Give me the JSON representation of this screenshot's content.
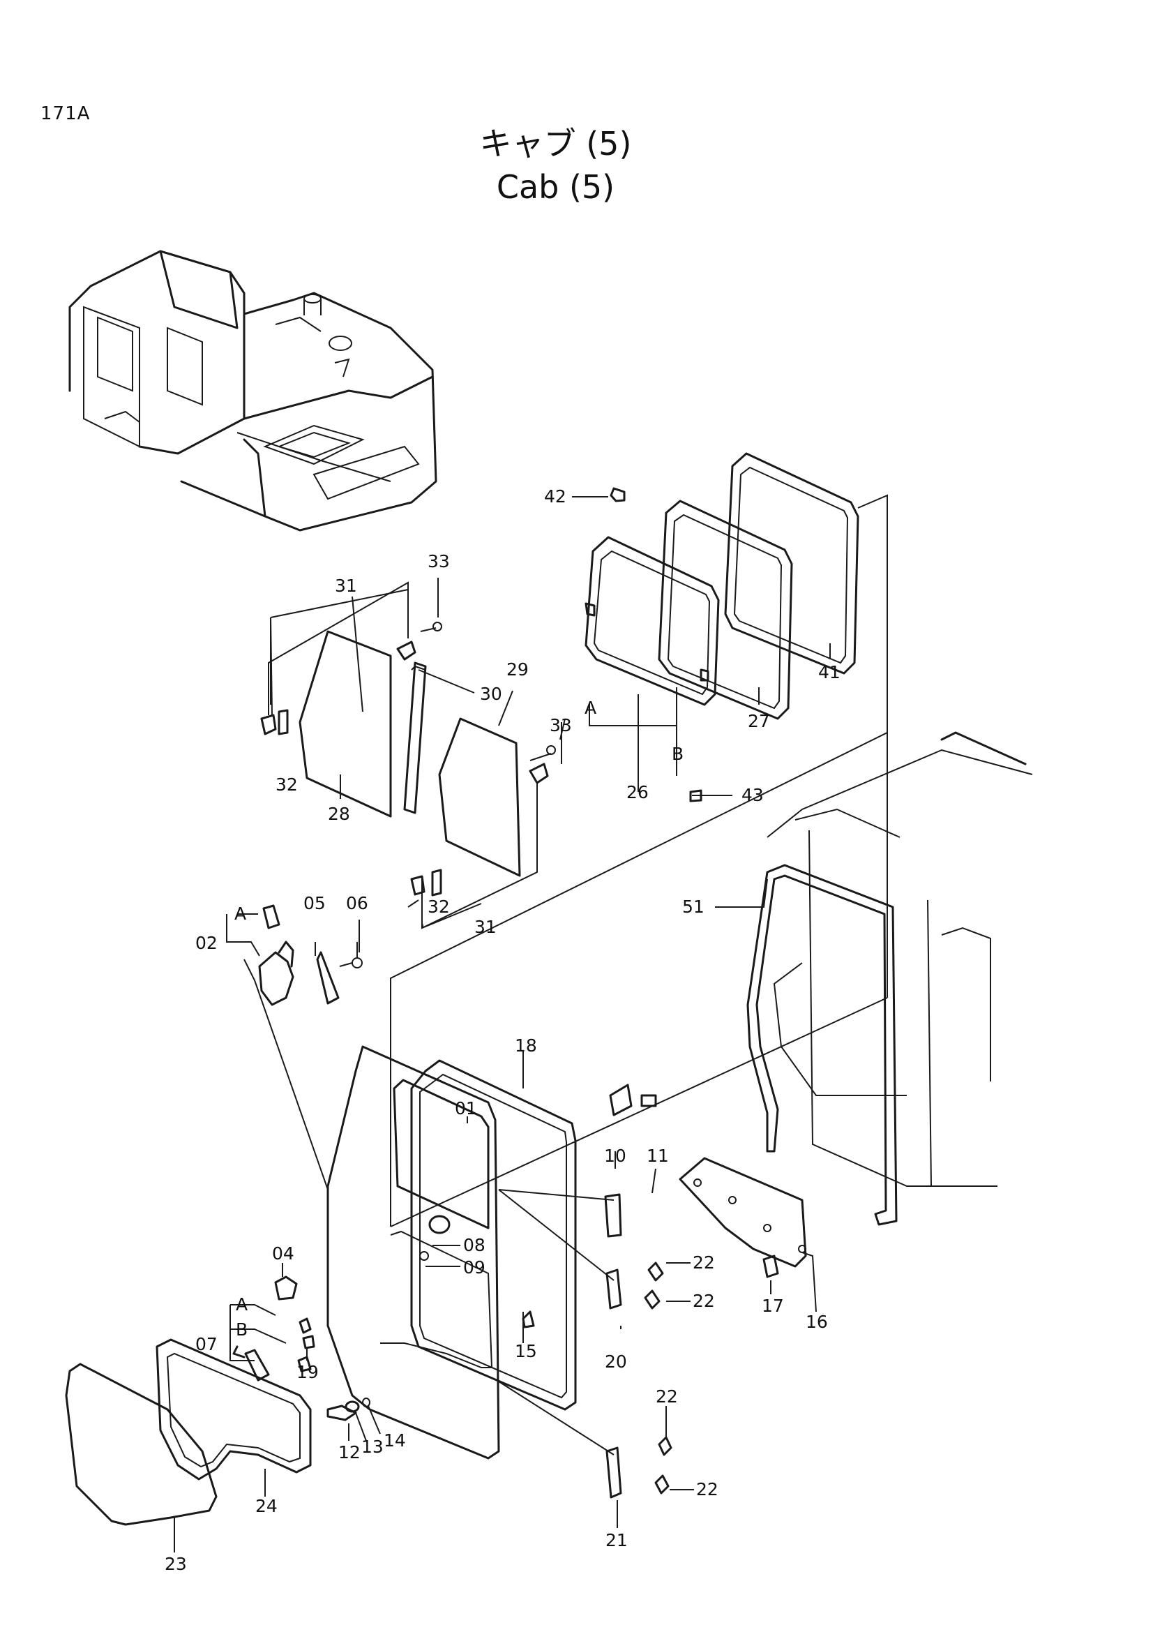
{
  "page_code": "171A",
  "title": {
    "jp": "キャブ (5)",
    "en": "Cab (5)"
  },
  "labels": {
    "p01": "01",
    "p02": "02",
    "p04": "04",
    "p05": "05",
    "p06": "06",
    "p07": "07",
    "p08": "08",
    "p09": "09",
    "p10": "10",
    "p11": "11",
    "p12": "12",
    "p13": "13",
    "p14": "14",
    "p15": "15",
    "p16": "16",
    "p17": "17",
    "p18": "18",
    "p19": "19",
    "p20": "20",
    "p21": "21",
    "p22": "22",
    "p23": "23",
    "p24": "24",
    "p26": "26",
    "p27": "27",
    "p28": "28",
    "p29": "29",
    "p30": "30",
    "p31": "31",
    "p32": "32",
    "p33": "33",
    "p41": "41",
    "p42": "42",
    "p43": "43",
    "p51": "51",
    "refA": "A",
    "refB": "B"
  }
}
